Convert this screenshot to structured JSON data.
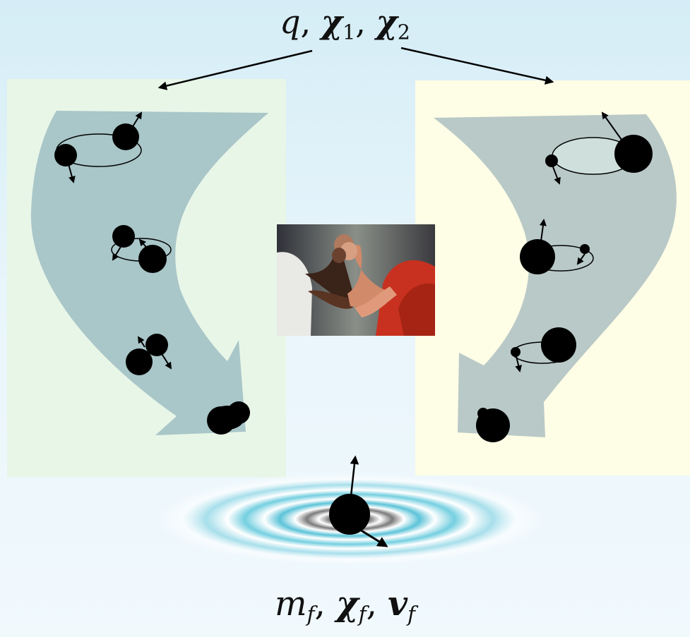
{
  "title_label": {
    "q": "q",
    "sep1": ", ",
    "chi": "χ",
    "sub1": "1",
    "sep2": ", ",
    "sub2": "2"
  },
  "final_label": {
    "m": "m",
    "f": "f",
    "sep": ", ",
    "chi": "χ",
    "v": "v"
  },
  "colors": {
    "left_panel": "#e8f6e8",
    "right_panel": "#fefde6",
    "left_arrow": "#a9c6c8",
    "right_arrow": "#b9c9c7",
    "ripple": "#8fd3e3",
    "bodies": "#000000"
  },
  "icons": [
    "black-hole-icon",
    "spin-arrow-icon",
    "orbit-ellipse-icon",
    "gravitational-wave-ripple-icon",
    "handshake-image"
  ]
}
